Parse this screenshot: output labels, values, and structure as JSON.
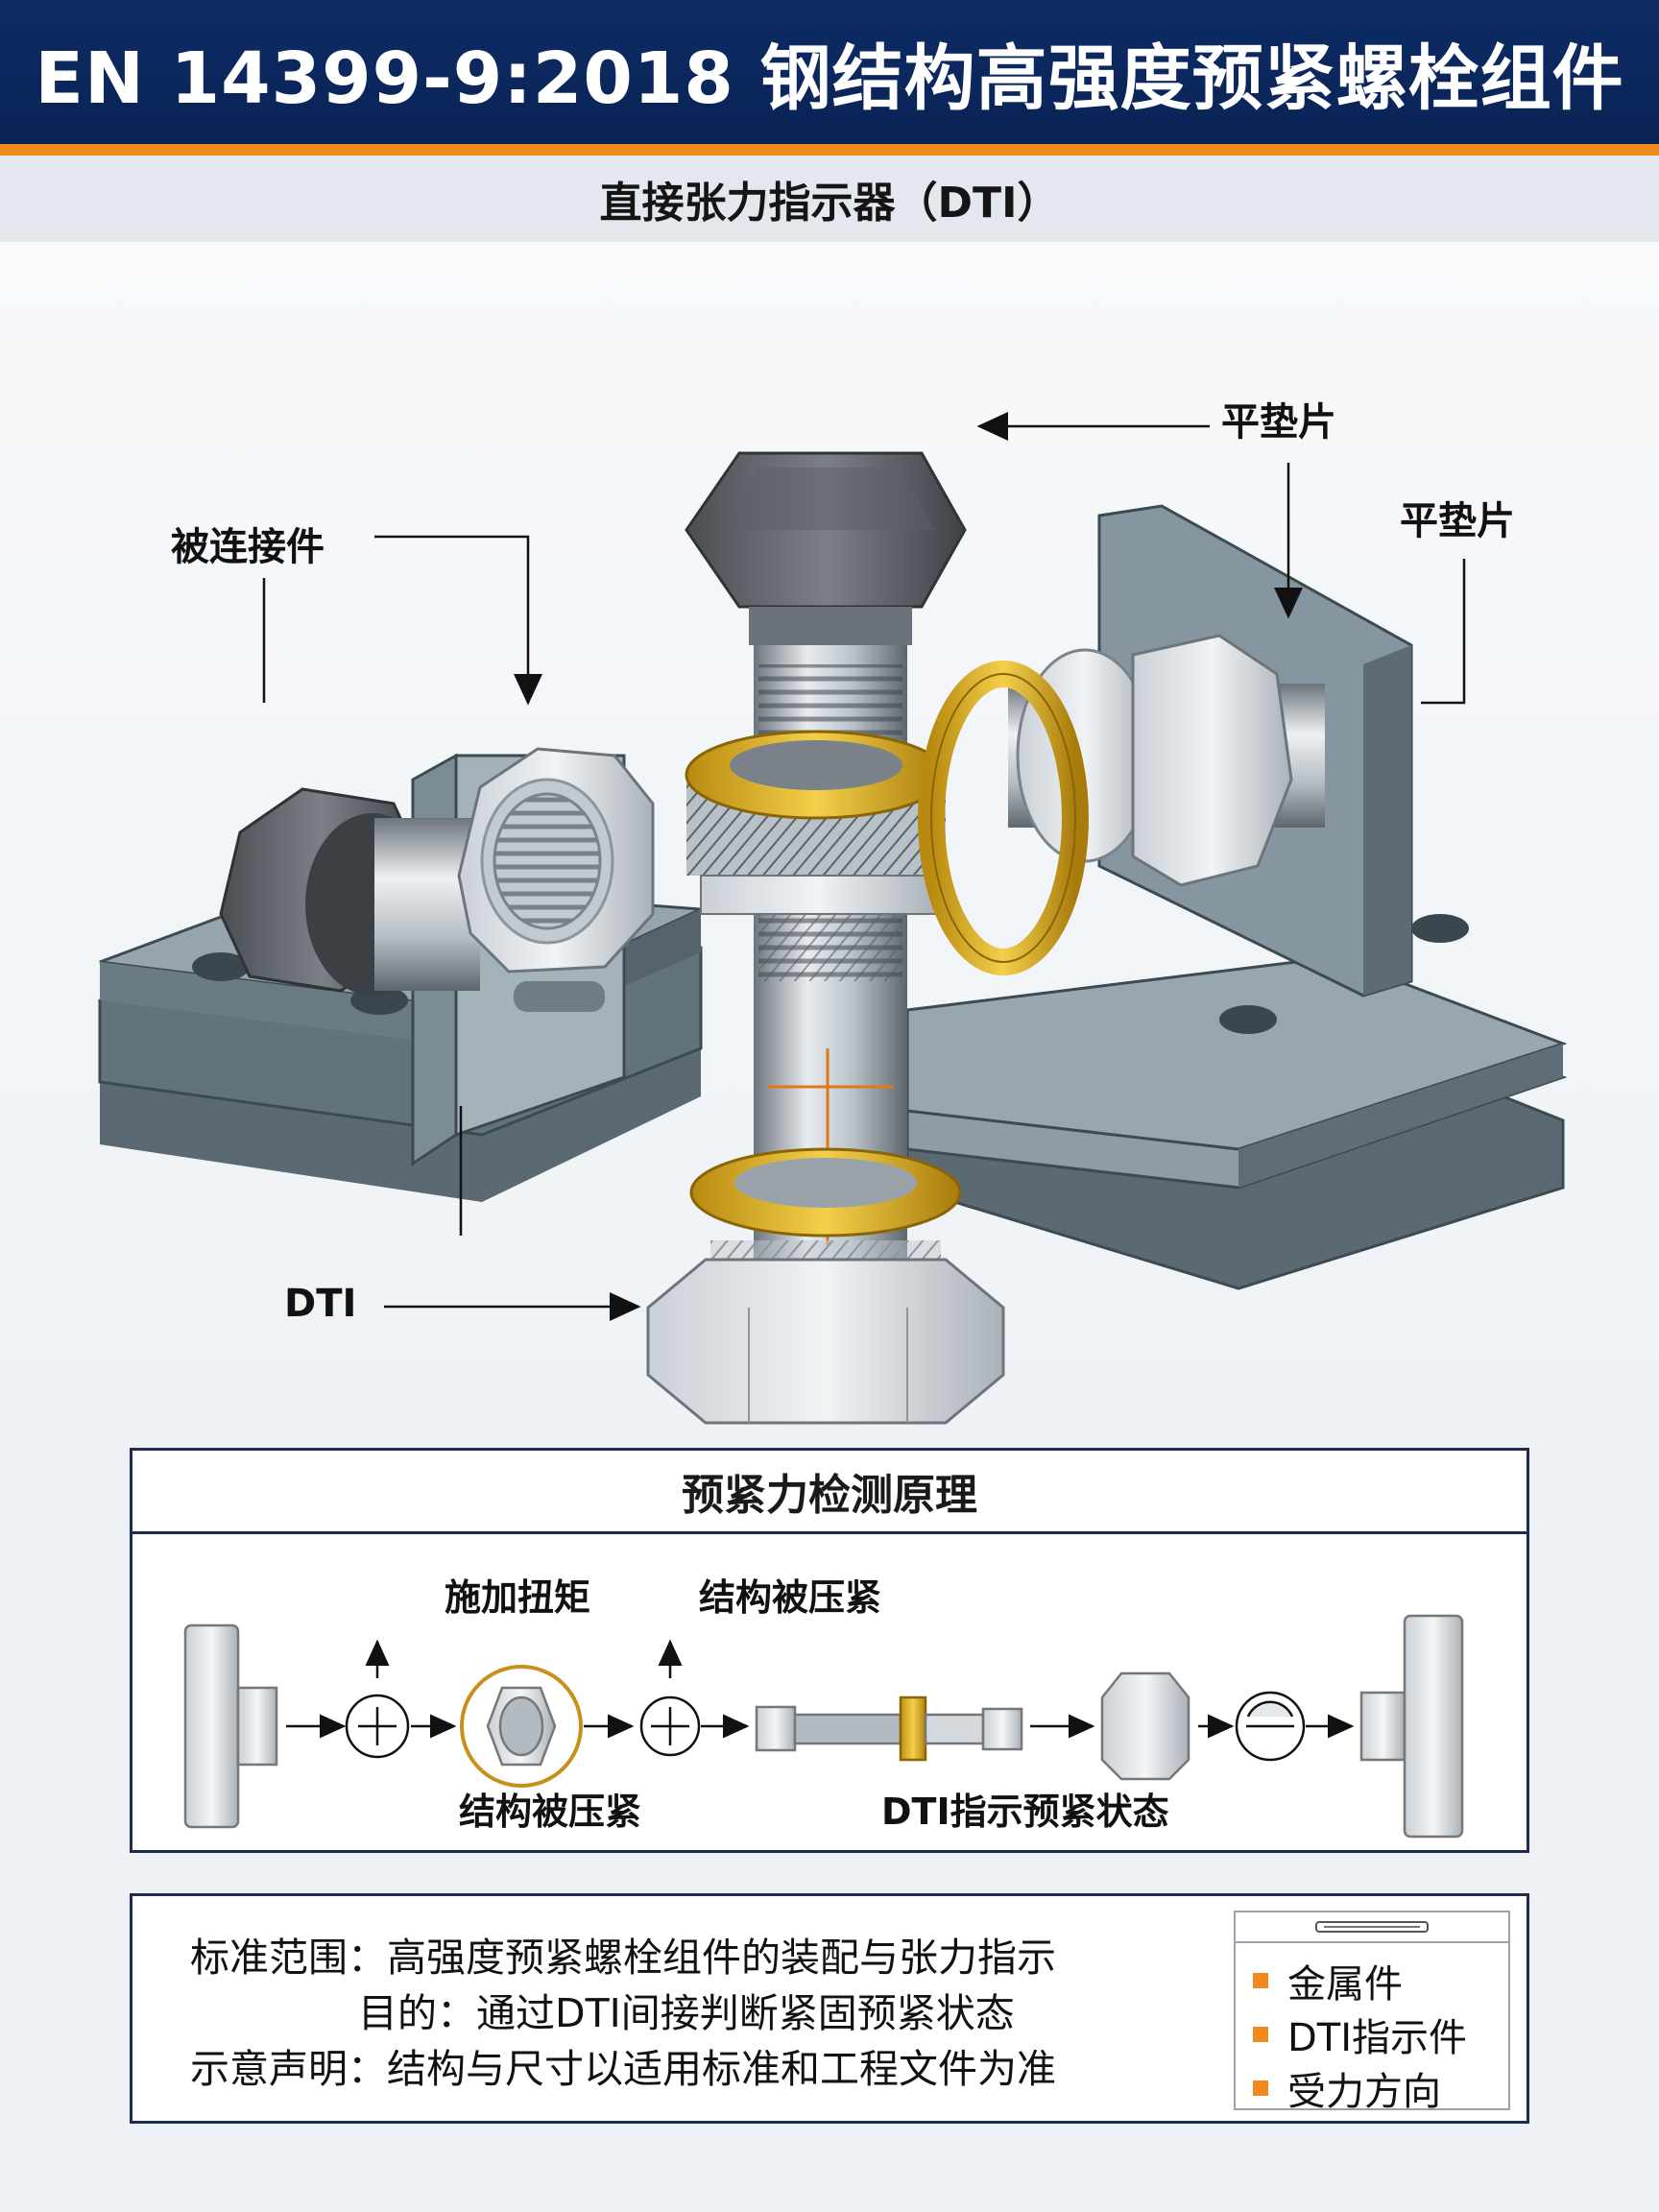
{
  "header": {
    "title": "EN 14399-9:2018 钢结构高强度预紧螺栓组件"
  },
  "subtitle": "直接张力指示器（DTI）",
  "callouts": {
    "clamped_parts": "被连接件",
    "flat_washer_1": "平垫片",
    "flat_washer_2": "平垫片",
    "dti": "DTI"
  },
  "principle": {
    "title": "预紧力检测原理",
    "labels_top": [
      "施加扭矩",
      "结构被压紧"
    ],
    "labels_bottom": [
      "结构被压紧",
      "DTI指示预紧状态"
    ]
  },
  "notes": {
    "lines": [
      "标准范围：高强度预紧螺栓组件的装配与张力指示",
      "目的：通过DTI间接判断紧固预紧状态",
      "示意声明：结构与尺寸以适用标准和工程文件为准"
    ]
  },
  "legend": {
    "items": [
      "金属件",
      "DTI指示件",
      "受力方向"
    ]
  },
  "colors": {
    "header_bg": "#0d2c66",
    "accent": "#f08a1c",
    "steel": "#aab4be",
    "plate": "#6f8088",
    "dti_gold": "#e3b01e",
    "frame": "#1d2d50"
  }
}
